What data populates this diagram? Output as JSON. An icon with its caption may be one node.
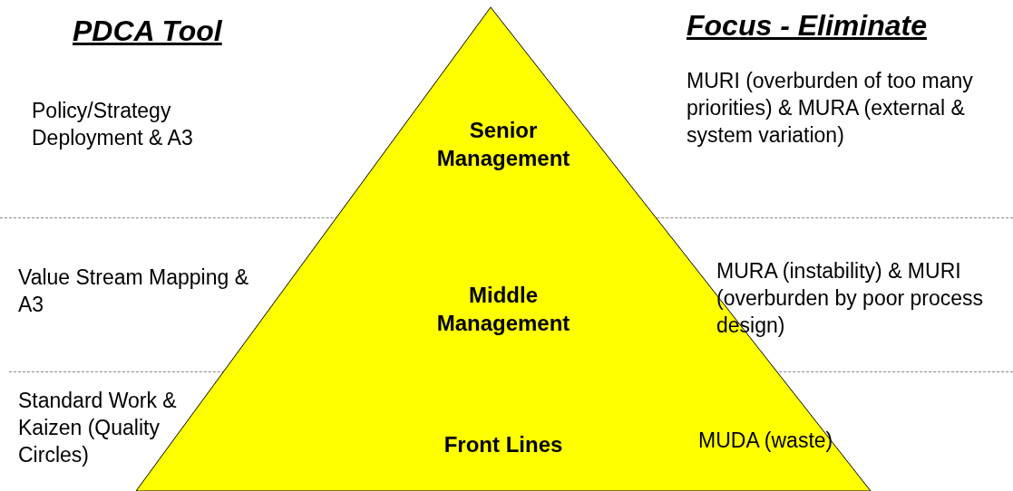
{
  "diagram": {
    "nodes": [
      {
        "text": [
          "Senior Management",
          "Middle Management",
          "Front Lines"
        ]
      }
    ],
    "labels": [
      "PDCA Tool",
      "Focus - Eliminate",
      "Policy/Strategy Deployment & A3",
      "MURI (overburden of too many priorities) & MURA (external & system variation)",
      "Value Stream Mapping & A3",
      "MURA (instability) & MURI (overburden by poor process design)",
      "Standard Work & Kaizen (Quality Circles)",
      "MUDA (waste)"
    ]
  }
}
